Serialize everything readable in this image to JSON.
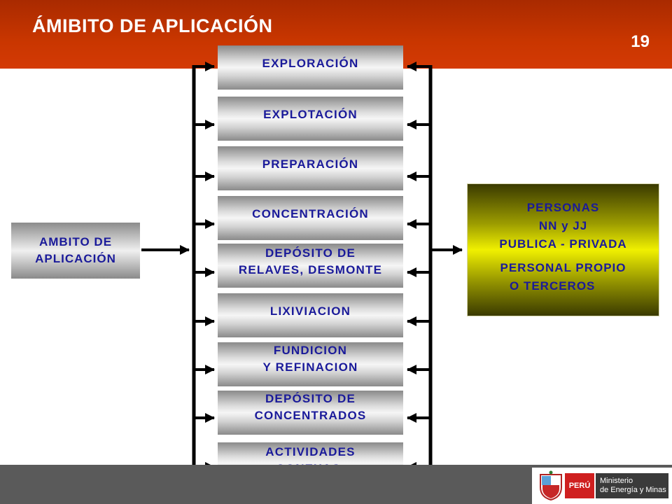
{
  "header": {
    "title": "ÁMIBITO DE APLICACIÓN",
    "page_number": "19",
    "bar_color": "#c83400"
  },
  "left_box": {
    "line1": "AMBITO DE",
    "line2": "APLICACIÓN"
  },
  "stages": [
    {
      "lines": [
        "EXPLORACIÓN"
      ]
    },
    {
      "lines": [
        "EXPLOTACIÓN"
      ]
    },
    {
      "lines": [
        "PREPARACIÓN"
      ]
    },
    {
      "lines": [
        "CONCENTRACIÓN"
      ]
    },
    {
      "lines": [
        "DEPÓSITO DE",
        "RELAVES, DESMONTE"
      ]
    },
    {
      "lines": [
        "LIXIVIACION"
      ]
    },
    {
      "lines": [
        "FUNDICION",
        "Y REFINACION"
      ]
    },
    {
      "lines": [
        "DEPÓSITO DE",
        "CONCENTRADOS"
      ]
    },
    {
      "lines": [
        "ACTIVIDADES",
        "CONEXAS."
      ]
    }
  ],
  "right_box": {
    "line1": "PERSONAS",
    "line2": "NN y JJ",
    "line3": "PUBLICA -  PRIVADA",
    "line4": "PERSONAL PROPIO",
    "line5": "O TERCEROS"
  },
  "footer": {
    "peru_label": "PERÚ",
    "ministry_line1": "Ministerio",
    "ministry_line2": "de Energía y Minas"
  },
  "colors": {
    "text_blue": "#1a1a9a",
    "box_yellow": "#f0f000",
    "footer_gray": "#5a5a5a"
  }
}
